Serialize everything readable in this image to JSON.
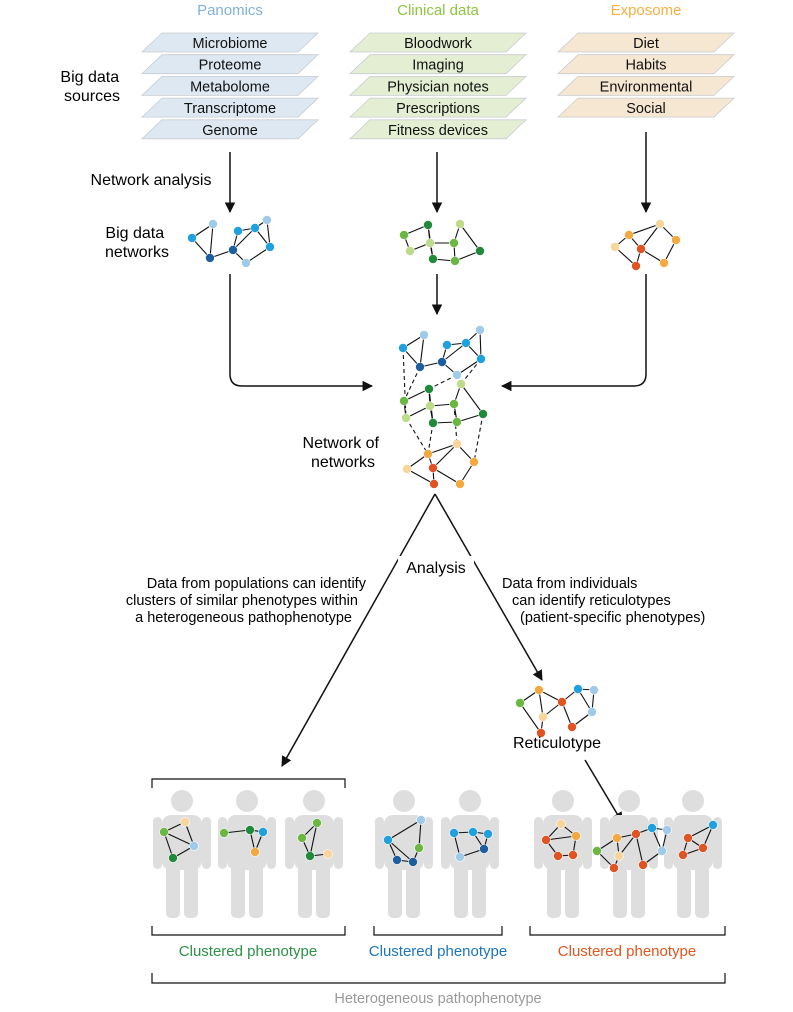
{
  "columns": {
    "panomics": {
      "title": "Panomics",
      "title_color": "#7fb0e0",
      "layer_fill": "#dde8f3",
      "layers": [
        "Microbiome",
        "Proteome",
        "Metabolome",
        "Transcriptome",
        "Genome"
      ]
    },
    "clinical": {
      "title": "Clinical data",
      "title_color": "#8dc63f",
      "layer_fill": "#e3eed2",
      "layers": [
        "Bloodwork",
        "Imaging",
        "Physician notes",
        "Prescriptions",
        "Fitness devices"
      ]
    },
    "exposome": {
      "title": "Exposome",
      "title_color": "#f5b041",
      "layer_fill": "#f6e7d2",
      "layers": [
        "Diet",
        "Habits",
        "Environmental",
        "Social"
      ]
    }
  },
  "labels": {
    "big_data_sources": [
      "Big data",
      "sources"
    ],
    "network_analysis": "Network analysis",
    "big_data_networks": [
      "Big data",
      "networks"
    ],
    "network_of_networks": [
      "Network of",
      "networks"
    ],
    "analysis": "Analysis",
    "populations": [
      "Data from populations can identify",
      "clusters of similar phenotypes within",
      "a heterogeneous pathophenotype"
    ],
    "individuals": [
      "Data from individuals",
      "can identify reticulotypes",
      "(patient-specific phenotypes)"
    ],
    "reticulotype": "Reticulotype"
  },
  "clusters": [
    {
      "label": "Clustered phenotype",
      "color": "#2a9147"
    },
    {
      "label": "Clustered phenotype",
      "color": "#1b75bb"
    },
    {
      "label": "Clustered phenotype",
      "color": "#e0561f"
    }
  ],
  "heterogeneous": {
    "label": "Heterogeneous pathophenotype",
    "color": "#9a9a9a"
  },
  "palette": {
    "blue_light": "#9fcbe8",
    "blue": "#1ea1dc",
    "blue_dark": "#1d5f9e",
    "green_light": "#bcdc8a",
    "green": "#6ab842",
    "green_dark": "#1f8a3a",
    "orange_light": "#f8d59a",
    "orange": "#f4a940",
    "red": "#e05423",
    "person": "#dedede",
    "line": "#111111"
  }
}
